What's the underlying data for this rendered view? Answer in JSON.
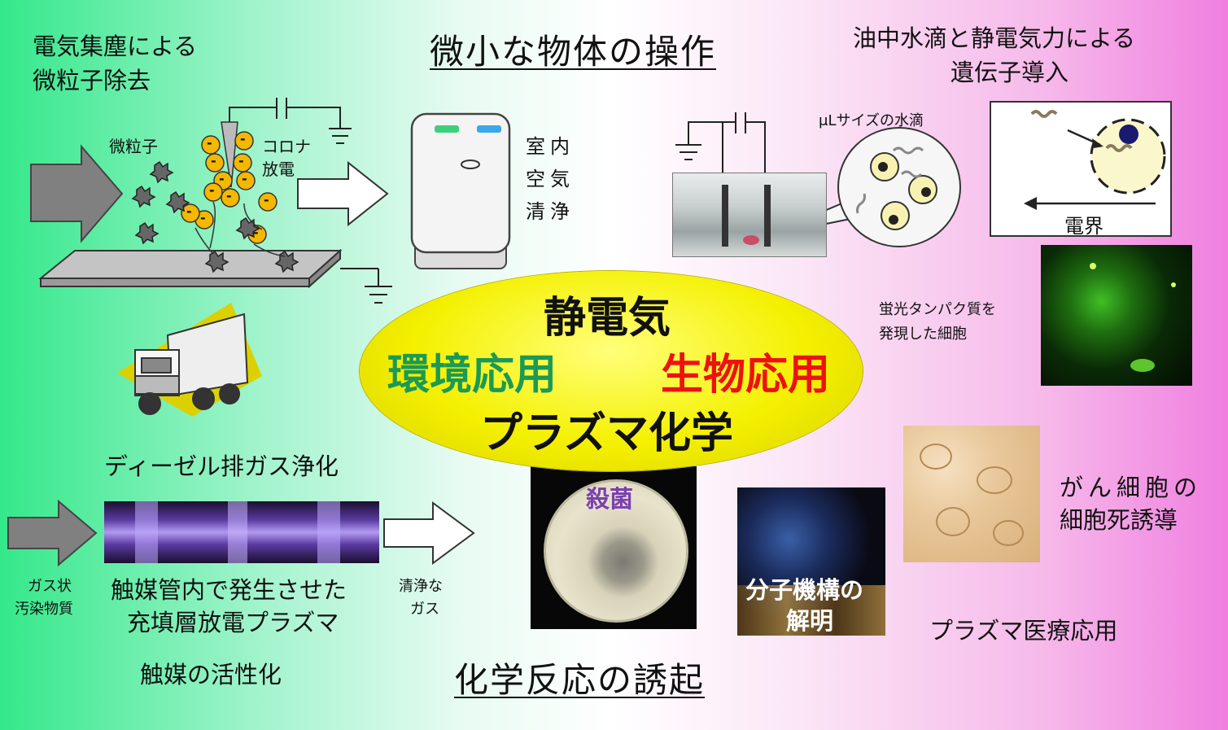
{
  "titles": {
    "top": "微小な物体の操作",
    "bottom": "化学反応の誘起"
  },
  "center": {
    "line1": "静電気",
    "env": "環境応用",
    "bio": "生物応用",
    "line3": "プラズマ化学"
  },
  "top_left": {
    "heading_line1": "電気集塵による",
    "heading_line2": "微粒子除去",
    "particle_label": "微粒子",
    "corona_line1": "コロナ",
    "corona_line2": "放電",
    "air_line1": "室内",
    "air_line2": "空気",
    "air_line3": "清浄",
    "charge_symbol": "-"
  },
  "top_right": {
    "heading_line1": "油中水滴と静電気力による",
    "heading_line2": "遺伝子導入",
    "droplet_label": "μLサイズの水滴",
    "field_label": "電界",
    "fluor_line1": "蛍光タンパク質を",
    "fluor_line2": "発現した細胞"
  },
  "bottom_left": {
    "diesel": "ディーゼル排ガス浄化",
    "gas_in_line1": "ガス状",
    "gas_in_line2": "汚染物質",
    "plasma_line1": "触媒管内で発生させた",
    "plasma_line2": "充填層放電プラズマ",
    "gas_out_line1": "清浄な",
    "gas_out_line2": "ガス",
    "catalyst": "触媒の活性化"
  },
  "bottom_right": {
    "sterilize": "殺菌",
    "mech_line1": "分子機構の",
    "mech_line2": "解明",
    "cancer_line1": "がん細胞の",
    "cancer_line2": "細胞死誘導",
    "medical": "プラズマ医療応用"
  },
  "colors": {
    "env_text": "#1a9a55",
    "bio_text": "#ee1111",
    "sterilize_text": "#7b3fb0",
    "ellipse": "#f4f000",
    "charge": "#f5b800"
  }
}
